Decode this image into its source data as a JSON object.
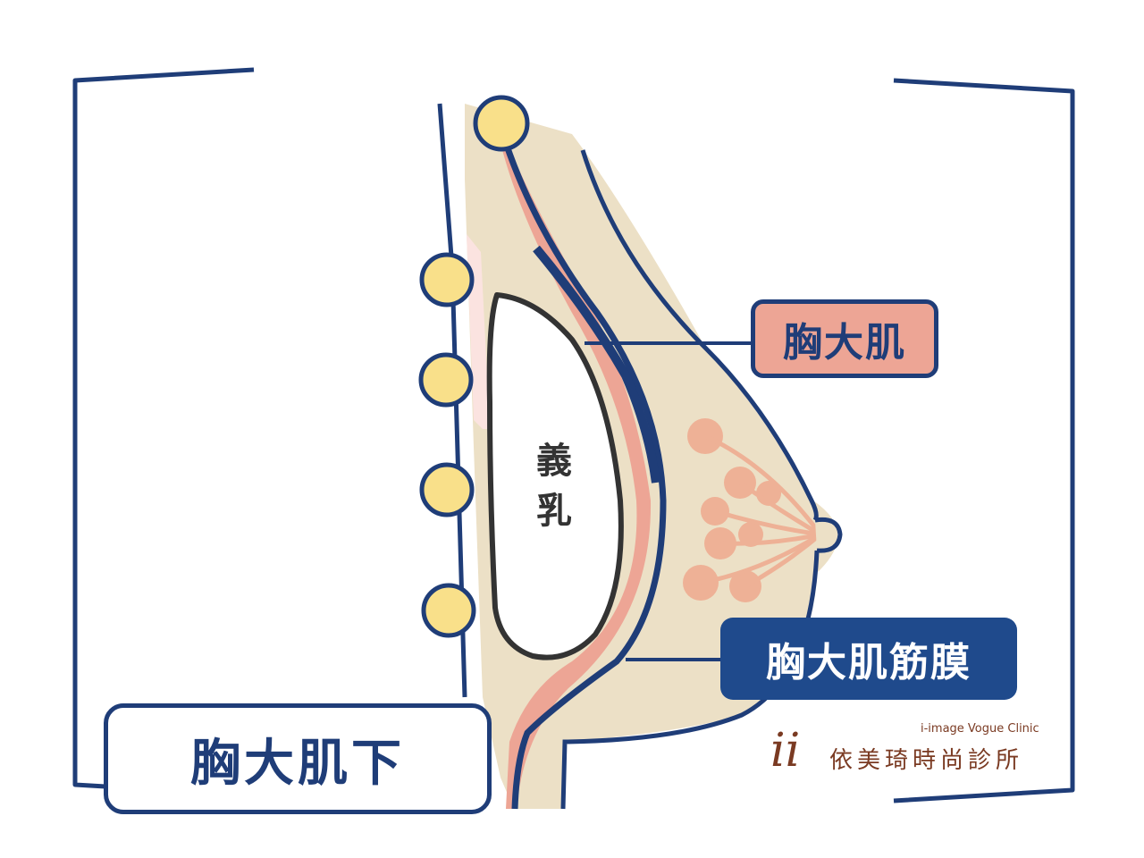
{
  "labels": {
    "pectoralis_major": "胸大肌",
    "pectoral_fascia": "胸大肌筋膜",
    "implant": "義乳",
    "submuscular": "胸大肌下"
  },
  "logo": {
    "mark": "ii",
    "english": "i-image Vogue Clinic",
    "chinese": "依美琦時尚診所"
  },
  "colors": {
    "navy": "#1f3d78",
    "fascia_box": "#1f4a8c",
    "muscle_pink": "#eda595",
    "tissue_beige": "#ece0c6",
    "rib_yellow": "#f9e08a",
    "gland_peach": "#eeb196",
    "implant_outline": "#333333",
    "logo_brown": "#7a3a22"
  }
}
